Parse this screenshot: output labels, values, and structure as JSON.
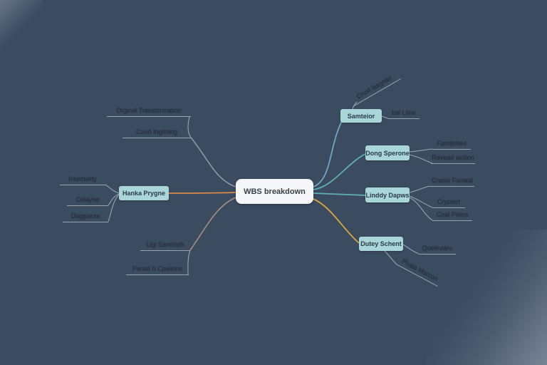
{
  "nodes": {
    "center": "WBS breakdown",
    "left_top_title": "Orginal Transformation",
    "left_top_sub": "Coud Ingtining",
    "left_mid_box": "Hanka Prygne",
    "left_mid_sub1": "Interbekty",
    "left_mid_sub2": "Celayne",
    "left_mid_sub3": "Diagparze",
    "left_bottom_title": "Ligl Samtrath",
    "left_bottom_sub": "Panali h Cpaiions",
    "right_top_diag": "Crust lasgnter",
    "right_top_box": "Samteior",
    "right_top_sub": "bal Litne",
    "right_mid1_box": "Dong Sperone",
    "right_mid1_sub1": "Famtjeltes",
    "right_mid1_sub2": "Ravead axition",
    "right_mid2_box": "Linddy Dapws",
    "right_mid2_sub1": "Crasie Fanwal",
    "right_mid2_sub2": "Cryptert",
    "right_mid2_sub3": "Coal Priers",
    "right_bottom_box": "Dutey Schent",
    "right_bottom_sub": "Quelinales",
    "right_bottom_diag": "Phata Marcon"
  },
  "colors": {
    "background": "#3b4b60",
    "center_fill": "#f4f6f7",
    "teal_node_fill": "#a9d6d9",
    "branch_gray": "#8d99a6",
    "branch_orange": "#de8a4b",
    "branch_teal": "#5fb0b4",
    "branch_blue": "#6fa8c2",
    "branch_yellow": "#d7a63e",
    "branch_brown": "#a8907f",
    "label_text": "#25303d",
    "label_line": "#97a3ae"
  }
}
